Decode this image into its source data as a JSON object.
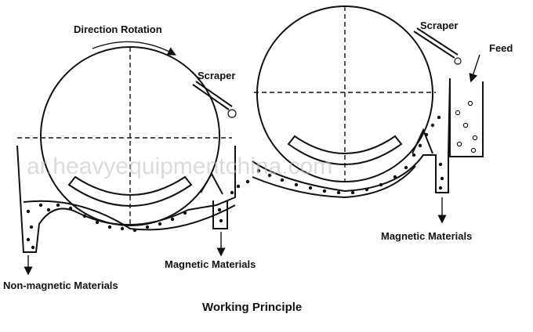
{
  "labels": {
    "direction_rotation": "Direction Rotation",
    "scraper_left": "Scraper",
    "scraper_right": "Scraper",
    "feed": "Feed",
    "magnetic_left": "Magnetic Materials",
    "magnetic_right": "Magnetic Materials",
    "non_magnetic": "Non-magnetic Materials",
    "title": "Working Principle"
  },
  "watermark": "ar.heavyequipmentchina.com",
  "colors": {
    "line": "#111111",
    "background": "#ffffff",
    "watermark": "#bdbdbd"
  }
}
